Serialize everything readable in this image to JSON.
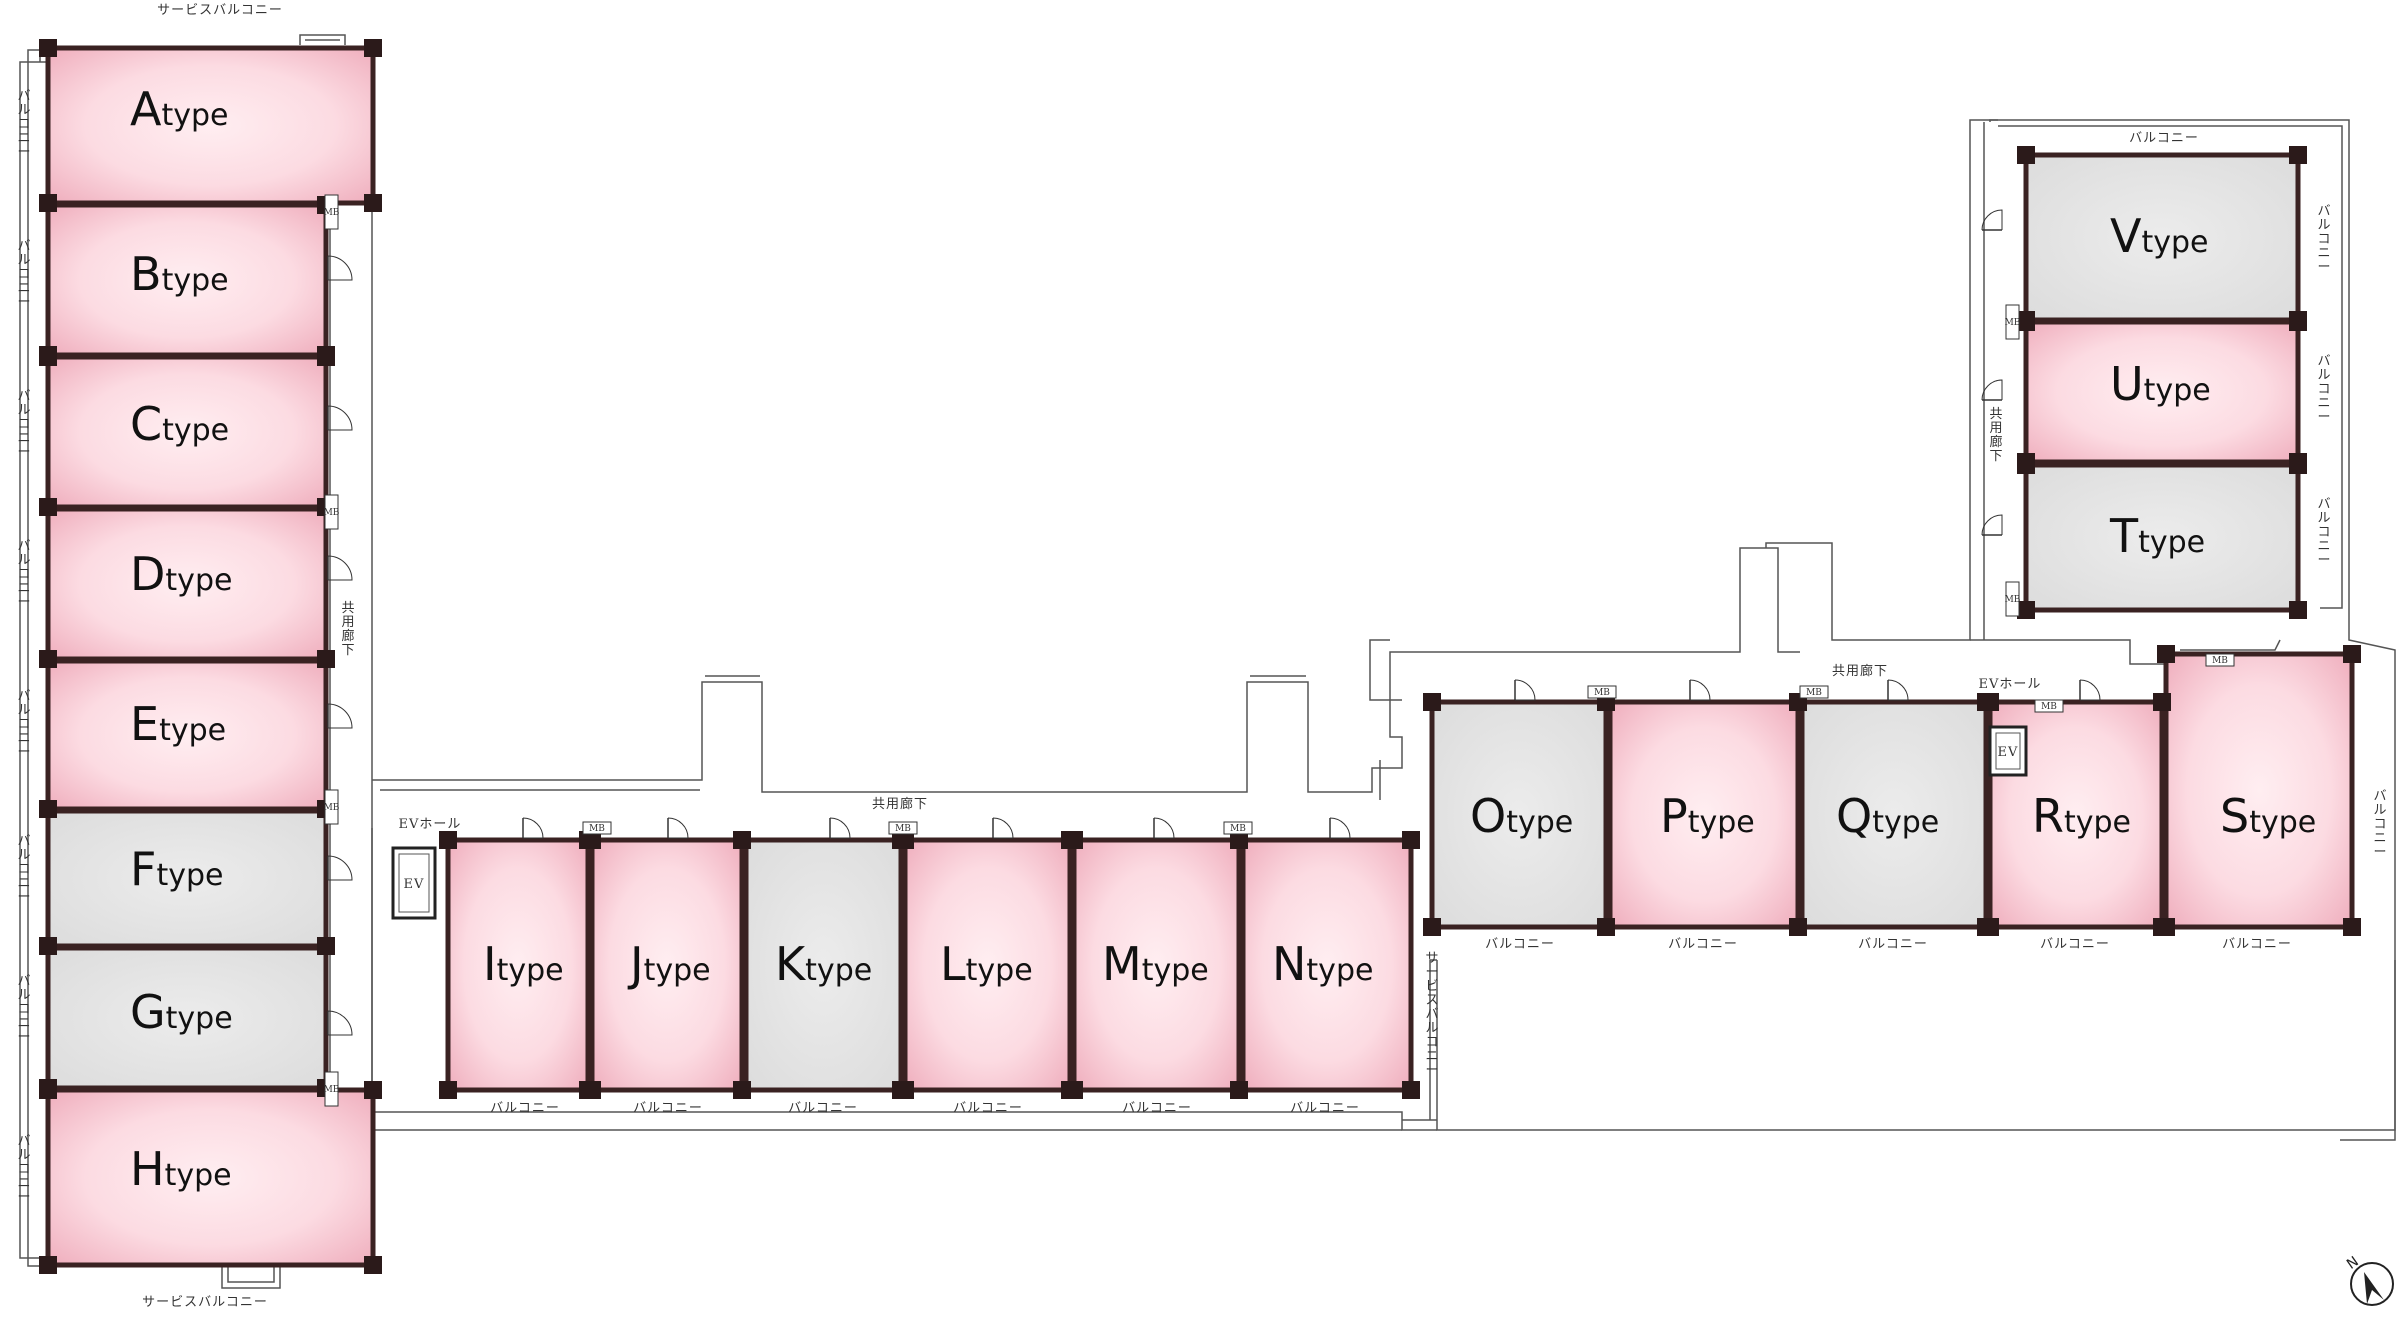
{
  "colors": {
    "pink_center": "#ffeaee",
    "pink_edge": "#f2b7c3",
    "gray_center": "#e9e9e9",
    "gray_edge": "#dedede",
    "wall": "#3a2222",
    "column": "#2b1a1a",
    "thin_line": "#555555"
  },
  "type_suffix": "type",
  "rooms": [
    {
      "letter": "A",
      "fill": "pink"
    },
    {
      "letter": "B",
      "fill": "pink"
    },
    {
      "letter": "C",
      "fill": "pink"
    },
    {
      "letter": "D",
      "fill": "pink"
    },
    {
      "letter": "E",
      "fill": "pink"
    },
    {
      "letter": "F",
      "fill": "gray"
    },
    {
      "letter": "G",
      "fill": "gray"
    },
    {
      "letter": "H",
      "fill": "pink"
    },
    {
      "letter": "I",
      "fill": "pink"
    },
    {
      "letter": "J",
      "fill": "pink"
    },
    {
      "letter": "K",
      "fill": "gray"
    },
    {
      "letter": "L",
      "fill": "pink"
    },
    {
      "letter": "M",
      "fill": "pink"
    },
    {
      "letter": "N",
      "fill": "pink"
    },
    {
      "letter": "O",
      "fill": "gray"
    },
    {
      "letter": "P",
      "fill": "pink"
    },
    {
      "letter": "Q",
      "fill": "gray"
    },
    {
      "letter": "R",
      "fill": "pink"
    },
    {
      "letter": "S",
      "fill": "pink"
    },
    {
      "letter": "T",
      "fill": "gray"
    },
    {
      "letter": "U",
      "fill": "pink"
    },
    {
      "letter": "V",
      "fill": "gray"
    }
  ],
  "labels": {
    "balcony": "バルコニー",
    "service_balcony": "サービスバルコニー",
    "corridor": "共用廊下",
    "ev_hall": "EVホール",
    "ev": "EV",
    "mb": "MB"
  },
  "compass": {
    "letter": "N",
    "icon": "north-arrow-icon"
  }
}
